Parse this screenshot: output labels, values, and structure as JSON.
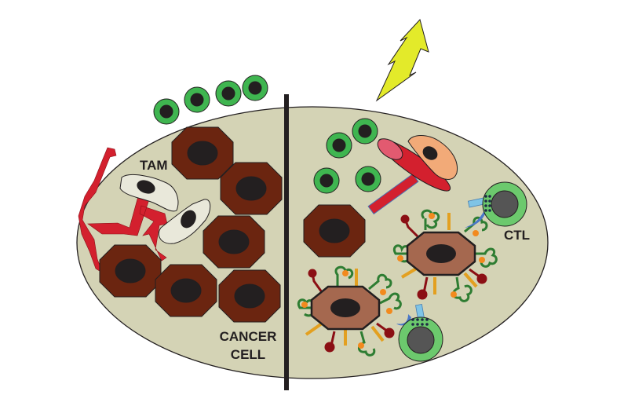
{
  "labels": {
    "tam": "TAM",
    "ctl": "CTL",
    "cancer_cell_line1": "CANCER",
    "cancer_cell_line2": "CELL"
  },
  "colors": {
    "tissue": "#d4d3b5",
    "cancer_cell": "#6b2510",
    "immunogenic_cancer_cell": "#a5684f",
    "t_cell": "#3fb550",
    "ctl": "#6cc96d",
    "blood_vessel": "#d3202e",
    "tam": "#e9e8da",
    "lightning": "#e3ea2a",
    "fibroblast": "#f2aa78"
  }
}
